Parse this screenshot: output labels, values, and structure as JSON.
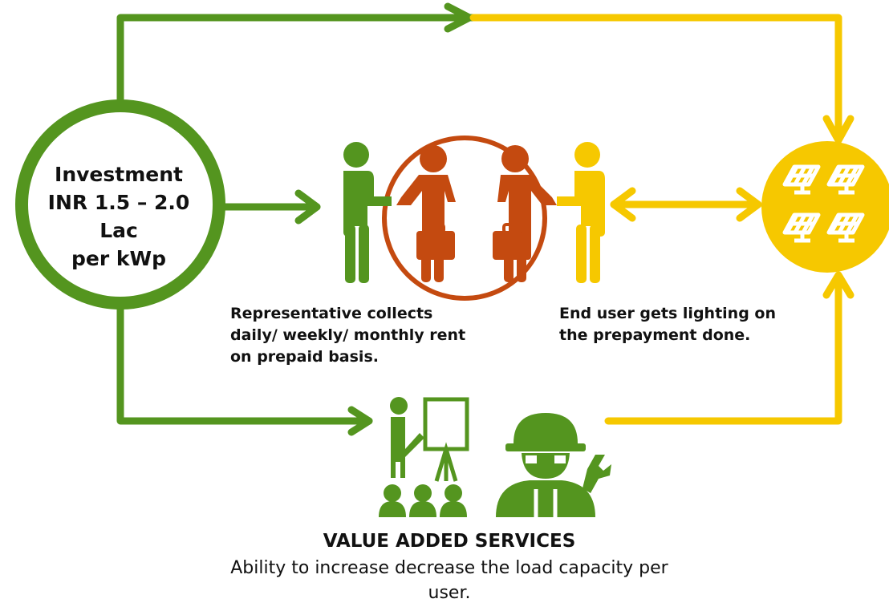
{
  "colors": {
    "green": "#54951f",
    "yellow": "#f6c800",
    "orange": "#c44a10",
    "white": "#ffffff"
  },
  "investment": {
    "line1": "Investment",
    "line2": "INR 1.5 – 2.0 Lac",
    "line3": "per kWp"
  },
  "representative": {
    "text": "Representative collects daily/ weekly/ monthly rent on prepaid basis."
  },
  "end_user": {
    "text": "End user gets lighting on the prepayment done."
  },
  "value_added_services": {
    "title": "VALUE ADDED SERVICES",
    "description": "Ability to increase decrease the load capacity per user."
  },
  "icons": {
    "investment_node": "circle-node",
    "representative": "person-icon",
    "agents": "businessman-icon",
    "end_user": "person-icon",
    "solar": "solar-panel-icon",
    "training": "presentation-icon",
    "technician": "technician-icon"
  }
}
